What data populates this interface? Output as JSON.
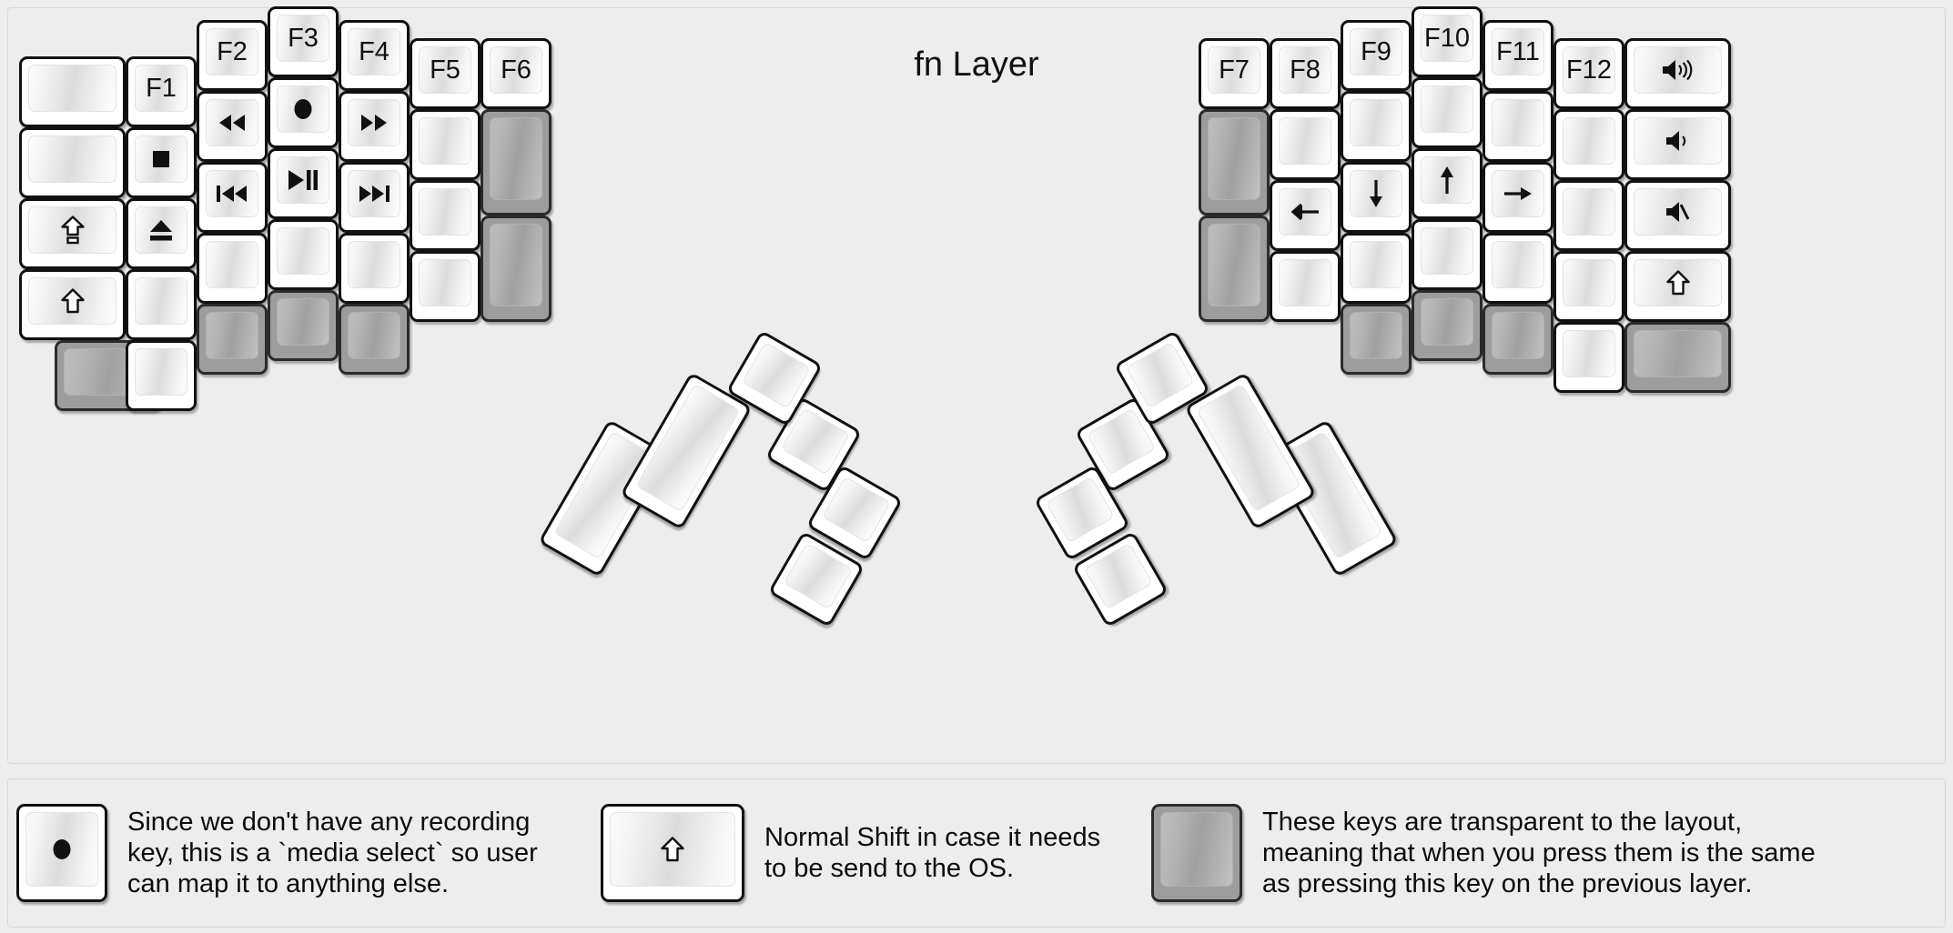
{
  "title": "fn Layer",
  "colors": {
    "background": "#eeeeee",
    "panel": "#ededed",
    "key_border": "#111111",
    "key_face": "#ffffff",
    "transparent_key": "#9d9d9d"
  },
  "left_half": {
    "columns": [
      {
        "name": "col-pinky-outer",
        "keys": [
          {
            "label": "",
            "icon": "",
            "type": "normal"
          },
          {
            "label": "",
            "icon": "",
            "type": "normal"
          },
          {
            "label": "",
            "icon": "caps-lock-icon",
            "type": "normal"
          },
          {
            "label": "",
            "icon": "shift-icon",
            "type": "normal"
          },
          {
            "label": "",
            "icon": "",
            "type": "transparent"
          }
        ]
      },
      {
        "name": "col-pinky",
        "keys": [
          {
            "label": "F1",
            "icon": "",
            "type": "normal"
          },
          {
            "label": "",
            "icon": "media-stop-icon",
            "type": "normal"
          },
          {
            "label": "",
            "icon": "media-eject-icon",
            "type": "normal"
          },
          {
            "label": "",
            "icon": "",
            "type": "normal"
          },
          {
            "label": "",
            "icon": "",
            "type": "normal"
          }
        ]
      },
      {
        "name": "col-ring",
        "keys": [
          {
            "label": "F2",
            "icon": "",
            "type": "normal"
          },
          {
            "label": "",
            "icon": "media-rewind-icon",
            "type": "normal"
          },
          {
            "label": "",
            "icon": "media-prev-track-icon",
            "type": "normal"
          },
          {
            "label": "",
            "icon": "",
            "type": "normal"
          },
          {
            "label": "",
            "icon": "",
            "type": "transparent"
          }
        ]
      },
      {
        "name": "col-middle",
        "keys": [
          {
            "label": "F3",
            "icon": "",
            "type": "normal"
          },
          {
            "label": "",
            "icon": "media-record-icon",
            "type": "normal"
          },
          {
            "label": "",
            "icon": "media-play-pause-icon",
            "type": "normal"
          },
          {
            "label": "",
            "icon": "",
            "type": "normal"
          },
          {
            "label": "",
            "icon": "",
            "type": "transparent"
          }
        ]
      },
      {
        "name": "col-index",
        "keys": [
          {
            "label": "F4",
            "icon": "",
            "type": "normal"
          },
          {
            "label": "",
            "icon": "media-fast-forward-icon",
            "type": "normal"
          },
          {
            "label": "",
            "icon": "media-next-track-icon",
            "type": "normal"
          },
          {
            "label": "",
            "icon": "",
            "type": "normal"
          },
          {
            "label": "",
            "icon": "",
            "type": "transparent"
          }
        ]
      },
      {
        "name": "col-index-inner",
        "keys": [
          {
            "label": "F5",
            "icon": "",
            "type": "normal"
          },
          {
            "label": "",
            "icon": "",
            "type": "normal"
          },
          {
            "label": "",
            "icon": "",
            "type": "normal"
          },
          {
            "label": "",
            "icon": "",
            "type": "normal"
          }
        ]
      },
      {
        "name": "col-inner-extra",
        "keys": [
          {
            "label": "F6",
            "icon": "",
            "type": "normal"
          },
          {
            "label": "",
            "icon": "",
            "type": "transparent"
          },
          {
            "label": "",
            "icon": "",
            "type": "transparent"
          }
        ]
      }
    ]
  },
  "right_half": {
    "columns": [
      {
        "name": "col-inner-extra",
        "keys": [
          {
            "label": "F7",
            "icon": "",
            "type": "normal"
          },
          {
            "label": "",
            "icon": "",
            "type": "transparent"
          },
          {
            "label": "",
            "icon": "",
            "type": "transparent"
          }
        ]
      },
      {
        "name": "col-index-inner",
        "keys": [
          {
            "label": "F8",
            "icon": "",
            "type": "normal"
          },
          {
            "label": "",
            "icon": "",
            "type": "normal"
          },
          {
            "label": "",
            "icon": "arrow-left-icon",
            "type": "normal"
          },
          {
            "label": "",
            "icon": "",
            "type": "normal"
          }
        ]
      },
      {
        "name": "col-index",
        "keys": [
          {
            "label": "F9",
            "icon": "",
            "type": "normal"
          },
          {
            "label": "",
            "icon": "",
            "type": "normal"
          },
          {
            "label": "",
            "icon": "arrow-down-icon",
            "type": "normal"
          },
          {
            "label": "",
            "icon": "",
            "type": "normal"
          },
          {
            "label": "",
            "icon": "",
            "type": "transparent"
          }
        ]
      },
      {
        "name": "col-middle",
        "keys": [
          {
            "label": "F10",
            "icon": "",
            "type": "normal"
          },
          {
            "label": "",
            "icon": "",
            "type": "normal"
          },
          {
            "label": "",
            "icon": "arrow-up-icon",
            "type": "normal"
          },
          {
            "label": "",
            "icon": "",
            "type": "normal"
          },
          {
            "label": "",
            "icon": "",
            "type": "transparent"
          }
        ]
      },
      {
        "name": "col-ring",
        "keys": [
          {
            "label": "F11",
            "icon": "",
            "type": "normal"
          },
          {
            "label": "",
            "icon": "",
            "type": "normal"
          },
          {
            "label": "",
            "icon": "arrow-right-icon",
            "type": "normal"
          },
          {
            "label": "",
            "icon": "",
            "type": "normal"
          },
          {
            "label": "",
            "icon": "",
            "type": "transparent"
          }
        ]
      },
      {
        "name": "col-pinky",
        "keys": [
          {
            "label": "F12",
            "icon": "",
            "type": "normal"
          },
          {
            "label": "",
            "icon": "",
            "type": "normal"
          },
          {
            "label": "",
            "icon": "",
            "type": "normal"
          },
          {
            "label": "",
            "icon": "",
            "type": "normal"
          },
          {
            "label": "",
            "icon": "",
            "type": "normal"
          }
        ]
      },
      {
        "name": "col-pinky-outer",
        "keys": [
          {
            "label": "",
            "icon": "volume-up-icon",
            "type": "normal"
          },
          {
            "label": "",
            "icon": "volume-down-icon",
            "type": "normal"
          },
          {
            "label": "",
            "icon": "volume-mute-icon",
            "type": "normal"
          },
          {
            "label": "",
            "icon": "shift-icon",
            "type": "normal"
          },
          {
            "label": "",
            "icon": "",
            "type": "transparent"
          }
        ]
      }
    ]
  },
  "thumb_clusters": {
    "left": [
      {
        "name": "thumb-l-big-1",
        "icon": "",
        "type": "normal"
      },
      {
        "name": "thumb-l-big-2",
        "icon": "",
        "type": "normal"
      },
      {
        "name": "thumb-l-small-top",
        "icon": "",
        "type": "normal"
      },
      {
        "name": "thumb-l-small-mid",
        "icon": "",
        "type": "normal"
      },
      {
        "name": "thumb-l-small-bot",
        "icon": "",
        "type": "normal"
      }
    ],
    "right": [
      {
        "name": "thumb-r-big-1",
        "icon": "",
        "type": "normal"
      },
      {
        "name": "thumb-r-big-2",
        "icon": "",
        "type": "normal"
      },
      {
        "name": "thumb-r-small-top",
        "icon": "",
        "type": "normal"
      },
      {
        "name": "thumb-r-small-mid",
        "icon": "",
        "type": "normal"
      },
      {
        "name": "thumb-r-small-bot",
        "icon": "",
        "type": "normal"
      }
    ]
  },
  "notes": [
    {
      "id": "note-media-select",
      "key_icon": "media-record-icon",
      "key_type": "normal",
      "text": "Since we don't have any recording\nkey, this is a `media select` so user\ncan map it to anything else."
    },
    {
      "id": "note-shift",
      "key_icon": "shift-icon",
      "key_type": "normal",
      "text": "Normal Shift in case it needs\nto be send to the OS."
    },
    {
      "id": "note-transparent",
      "key_icon": "",
      "key_type": "transparent",
      "text": "These keys are transparent to the layout,\nmeaning that when you press them is the same\nas pressing this key on the previous layer."
    }
  ]
}
